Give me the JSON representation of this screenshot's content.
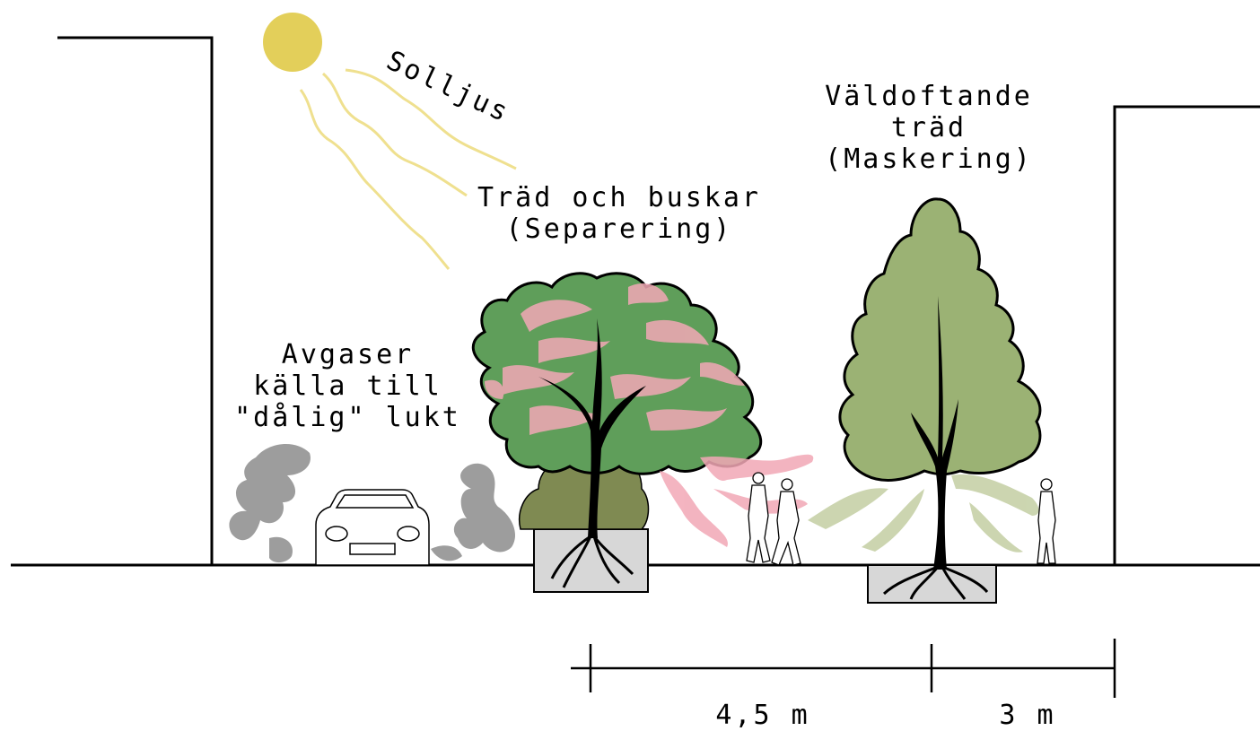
{
  "labels": {
    "sunlight": "Solljus",
    "scented_trees_line1": "Väldoftande",
    "scented_trees_line2": "träd",
    "scented_trees_line3": "(Maskering)",
    "trees_shrubs_line1": "Träd och buskar",
    "trees_shrubs_line2": "(Separering)",
    "exhaust_line1": "Avgaser",
    "exhaust_line2": "källa till",
    "exhaust_line3": "\"dålig\" lukt"
  },
  "dimensions": {
    "left_width": "4,5 m",
    "right_width": "3 m"
  },
  "colors": {
    "sun": "#e3cf5a",
    "sun_rays": "#efe08f",
    "tree_dark_green": "#5f9e5a",
    "shrub": "#7f8a52",
    "tree_light_green": "#9bb274",
    "pollution_pink": "#f2a8b6",
    "scent_green": "#c7d1a8",
    "exhaust_grey": "#9d9d9d",
    "planter_grey": "#d7d7d7"
  }
}
